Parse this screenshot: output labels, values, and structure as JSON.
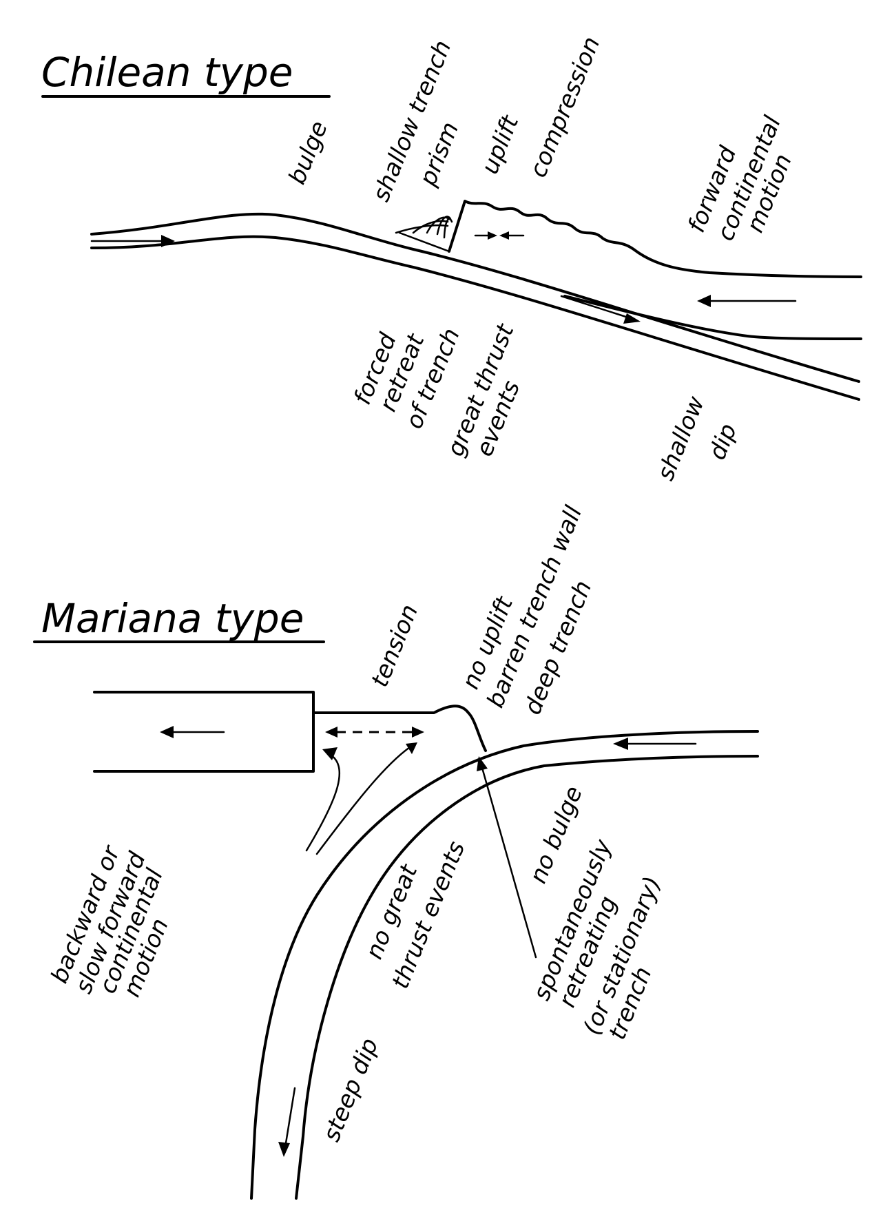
{
  "chilean": {
    "title": "Chilean type",
    "bulge": "bulge",
    "shallow_trench": "shallow trench",
    "prism": "prism",
    "uplift": "uplift",
    "compression": "compression",
    "forward": "forward",
    "continental": "continental",
    "motion": "motion",
    "forced": "forced",
    "retreat": "retreat",
    "of_trench": "of trench",
    "great_thrust": "great thrust",
    "events": "events",
    "shallow": "shallow",
    "dip": "dip"
  },
  "mariana": {
    "title": "Mariana type",
    "tension": "tension",
    "no_uplift": "no uplift",
    "barren_trench_wall": "barren trench wall",
    "deep_trench": "deep trench",
    "backward_or": "backward or",
    "slow_forward": "slow forward",
    "continental": "continental",
    "motion": "motion",
    "no_great": "no great",
    "thrust_events": "thrust events",
    "no_bulge": "no bulge",
    "spontaneously": "spontaneously",
    "retreating": "retreating",
    "or_stationary": "(or stationary)",
    "trench": "trench",
    "steep_dip": "steep dip"
  }
}
